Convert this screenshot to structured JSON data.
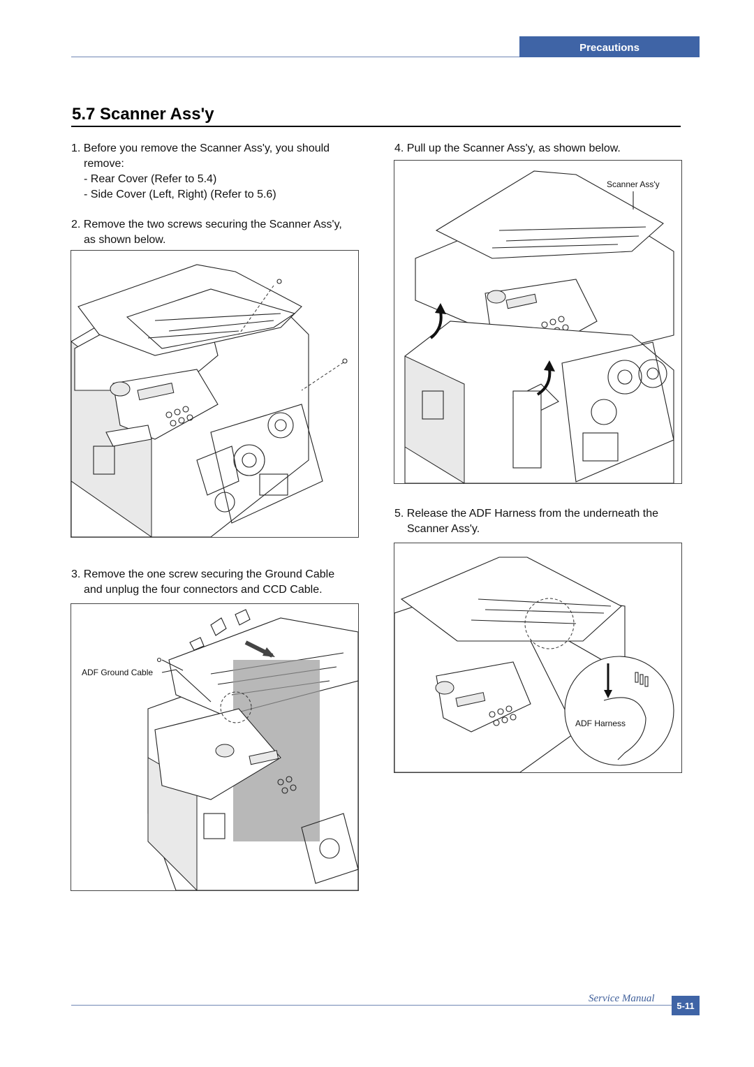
{
  "header": {
    "tab_label": "Precautions"
  },
  "section_title": "5.7 Scanner Ass'y",
  "steps": {
    "step1": {
      "line1": "1. Before you remove the Scanner  Ass'y, you should",
      "line2": "remove:",
      "sub1": "- Rear Cover (Refer to 5.4)",
      "sub2": "- Side Cover (Left, Right) (Refer to 5.6)"
    },
    "step2": {
      "line1": "2. Remove the two screws securing the Scanner  Ass'y,",
      "line2": "as shown below."
    },
    "step3": {
      "line1": "3. Remove the one screw securing the Ground Cable",
      "line2": "and unplug the four connectors and CCD Cable."
    },
    "step4": {
      "line1": "4. Pull up the Scanner Ass'y, as shown below."
    },
    "step5": {
      "line1": "5. Release the ADF Harness from the underneath the",
      "line2": "Scanner Ass'y."
    }
  },
  "figures": {
    "fig_step3_callout": "ADF Ground Cable",
    "fig_step4_callout": "Scanner Ass'y",
    "fig_step5_callout": "ADF Harness"
  },
  "footer": {
    "label": "Service Manual",
    "page": "5-11"
  },
  "colors": {
    "accent": "#3f64a6",
    "rule": "#6f86b3"
  }
}
